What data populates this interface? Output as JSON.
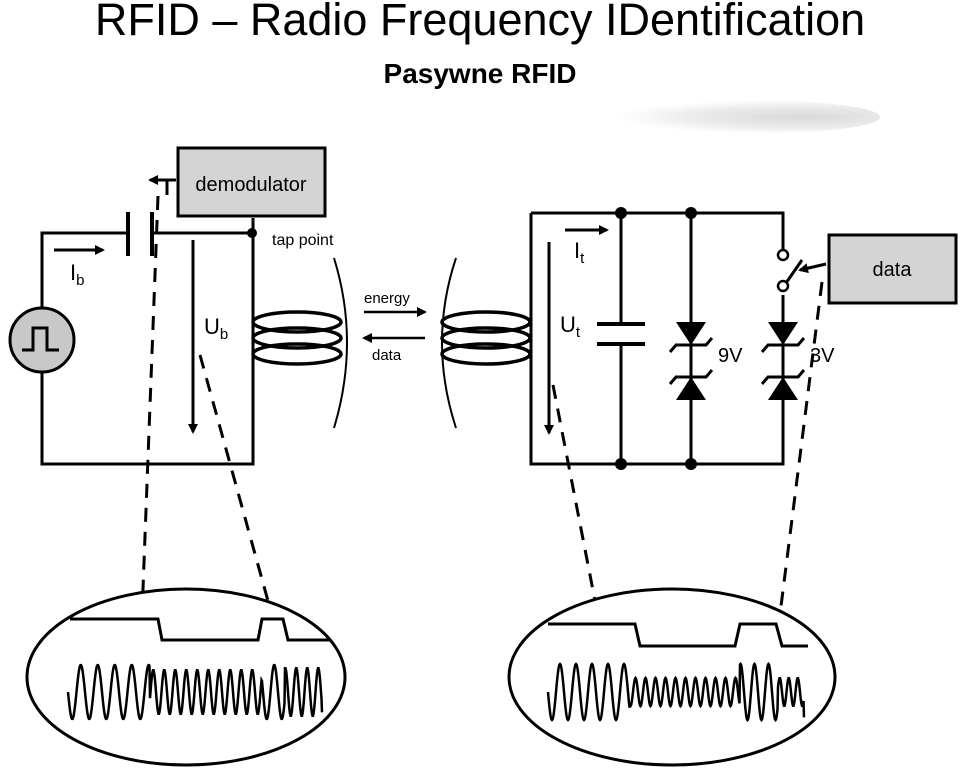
{
  "title": "RFID – Radio Frequency IDentification",
  "subtitle": "Pasywne RFID",
  "reader": {
    "demodulator_label": "demodulator",
    "tap_point_label": "tap point",
    "current_label": "I",
    "current_sub": "b",
    "voltage_label": "U",
    "voltage_sub": "b"
  },
  "link": {
    "energy_label": "energy",
    "data_label": "data"
  },
  "tag": {
    "current_label": "I",
    "current_sub": "t",
    "voltage_label": "U",
    "voltage_sub": "t",
    "zener1_label": "9V",
    "zener2_label": "3V",
    "data_box_label": "data"
  },
  "colors": {
    "box_fill": "#d4d4d4",
    "source_fill": "#c8c8c8",
    "line": "#000000"
  }
}
